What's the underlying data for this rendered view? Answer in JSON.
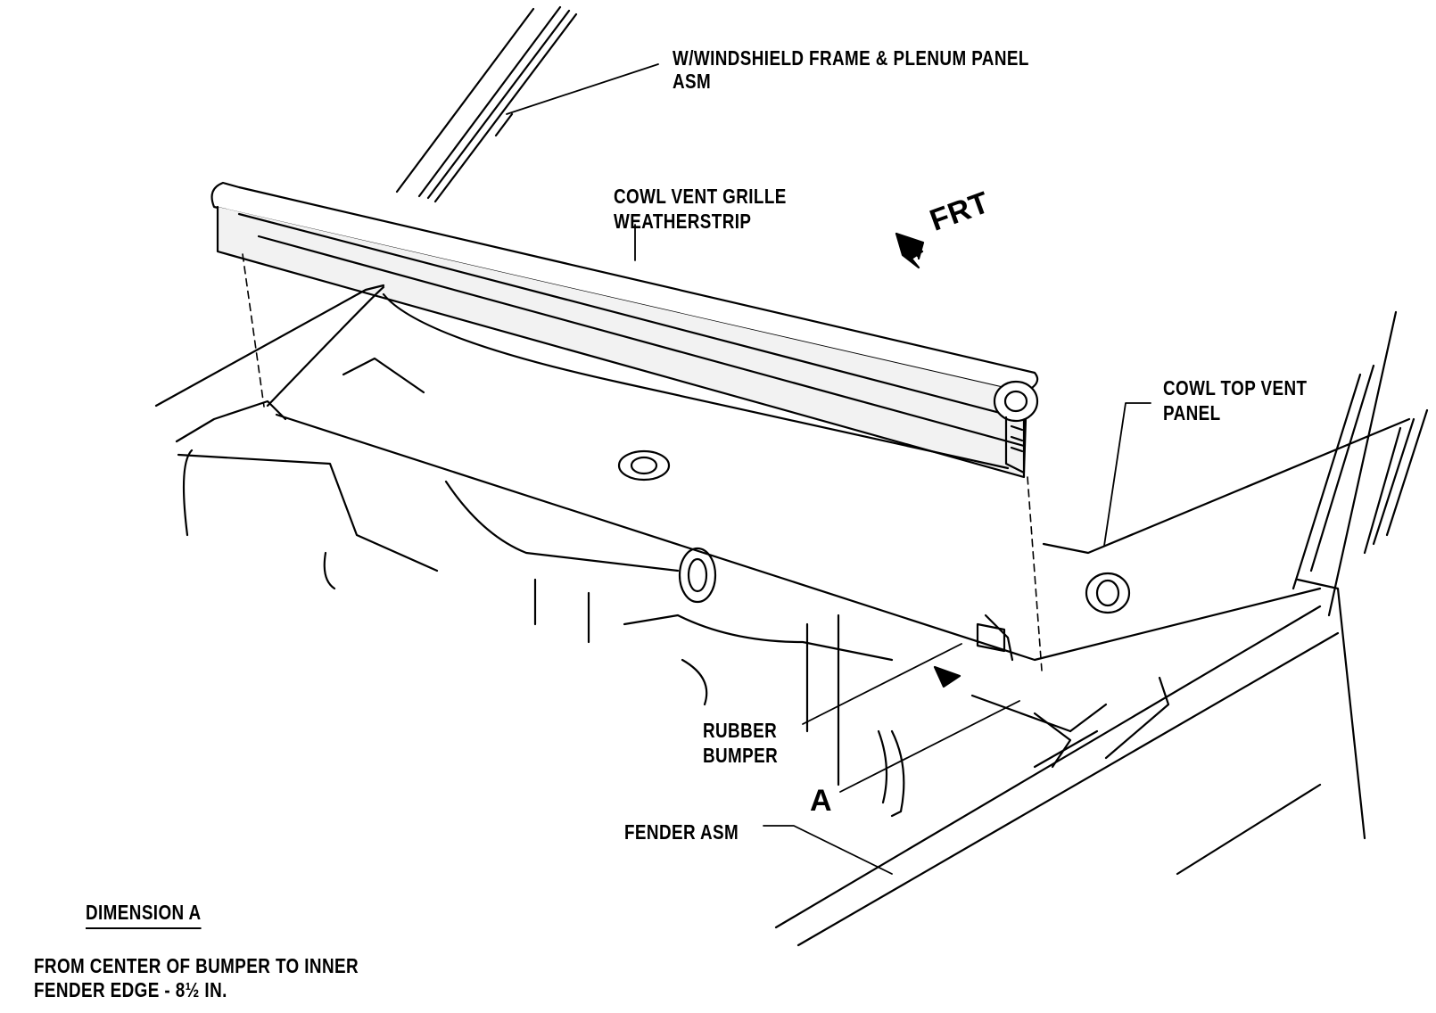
{
  "labels": {
    "windshield_frame": "W/WINDSHIELD FRAME & PLENUM PANEL",
    "windshield_frame_line2": "ASM",
    "grille_weatherstrip": "COWL VENT GRILLE",
    "grille_weatherstrip_line2": "WEATHERSTRIP",
    "front_arrow": "FRT",
    "cowl_top_vent": "COWL TOP VENT",
    "cowl_top_vent_line2": "PANEL",
    "rubber_bumper": "RUBBER",
    "rubber_bumper_line2": "BUMPER",
    "dimension_marker": "A",
    "fender_asm": "FENDER ASM"
  },
  "notes": {
    "dimension_title": "DIMENSION A",
    "dimension_line1": "FROM CENTER OF BUMPER TO INNER",
    "dimension_line2": "FENDER EDGE - 8½ IN."
  },
  "colors": {
    "ink": "#000000",
    "paper": "#ffffff",
    "foam_fill": "#f2f2f2"
  }
}
